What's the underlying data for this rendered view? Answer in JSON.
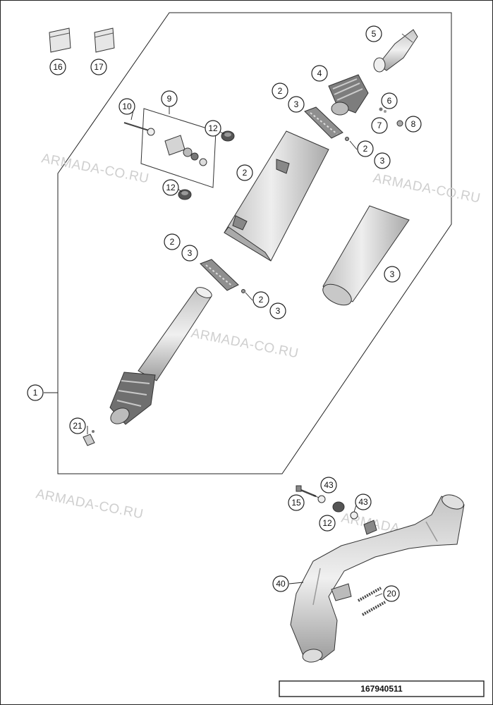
{
  "diagram": {
    "reference_number": "167940511",
    "watermark_text": "ARMADA-CO.RU",
    "callouts": [
      "1",
      "2",
      "3",
      "4",
      "5",
      "6",
      "7",
      "8",
      "9",
      "10",
      "12",
      "15",
      "16",
      "17",
      "20",
      "21",
      "40",
      "43"
    ]
  },
  "callouts": {
    "c1": "1",
    "c2a": "2",
    "c2b": "2",
    "c2c": "2",
    "c2d": "2",
    "c2e": "2",
    "c3a": "3",
    "c3b": "3",
    "c3c": "3",
    "c3d": "3",
    "c3e": "3",
    "c4": "4",
    "c5": "5",
    "c6": "6",
    "c7": "7",
    "c8": "8",
    "c9": "9",
    "c10": "10",
    "c12a": "12",
    "c12b": "12",
    "c12c": "12",
    "c15": "15",
    "c16": "16",
    "c17": "17",
    "c20": "20",
    "c21": "21",
    "c40": "40",
    "c43a": "43",
    "c43b": "43"
  },
  "colors": {
    "part_fill": "#d9d9d9",
    "part_dark": "#8a8a8a",
    "watermark": "#cfcfcf",
    "outline": "#333333"
  }
}
